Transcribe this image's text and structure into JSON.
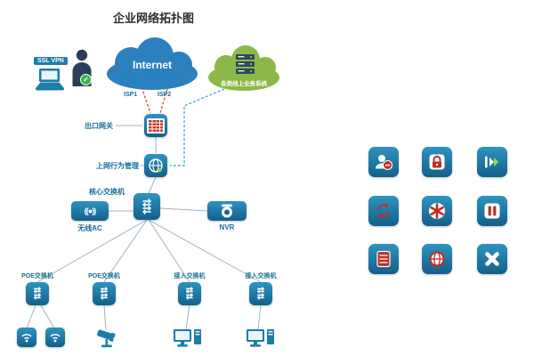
{
  "title": "企业网络拓扑图",
  "colors": {
    "teal": "#1c7da8",
    "red_accent": "#c22d22",
    "blue_cloud": "#2b80bf",
    "green_cloud": "#8cb847",
    "line": "#9db5c2",
    "isp_dashed": "#e1483f",
    "bypass_dashed": "#2fa3bf"
  },
  "nodes": {
    "ssl_vpn": "SSL VPN",
    "internet": "Internet",
    "online_systems": "各类线上业务系统",
    "isp1": "ISP1",
    "isp2": "ISP2",
    "gateway_label": "出口网关",
    "behavior_label": "上网行为管理",
    "core_switch_label": "核心交换机",
    "wireless_ac_label": "无线AC",
    "nvr_label": "NVR",
    "poe_switch1_label": "POE交换机",
    "poe_switch2_label": "POE交换机",
    "access_switch1_label": "接入交换机",
    "access_switch2_label": "接入交换机"
  },
  "icons": {
    "exchange_glyph": "⇄",
    "ac_glyph": "((●))",
    "check_glyph": "✓"
  },
  "right_panel": {
    "icons": [
      "user-permission",
      "lock",
      "flow-arrows",
      "sync",
      "asterisk",
      "pause",
      "server-rack",
      "globe",
      "cross-tools"
    ]
  }
}
